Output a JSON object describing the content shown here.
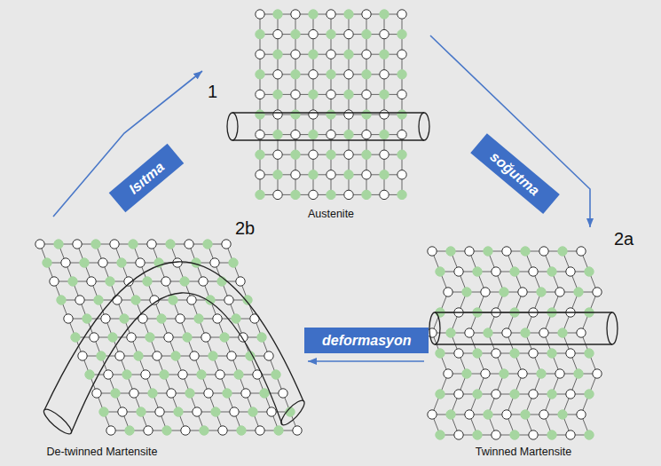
{
  "diagram": {
    "nodes": [
      {
        "text": [
          "1",
          "Austenite"
        ]
      },
      {
        "text": [
          "2b",
          "De-twinned Martensite"
        ]
      },
      {
        "text": [
          "2a",
          "Twinned Martensite"
        ]
      }
    ],
    "edges": [
      {
        "from": 1,
        "to": 0,
        "arrow": "to",
        "label": "Isıtma"
      },
      {
        "from": 0,
        "to": 2,
        "arrow": "to",
        "label": "soğutma"
      },
      {
        "from": 2,
        "to": 1,
        "arrow": "to",
        "label": "deformasyon"
      }
    ]
  }
}
